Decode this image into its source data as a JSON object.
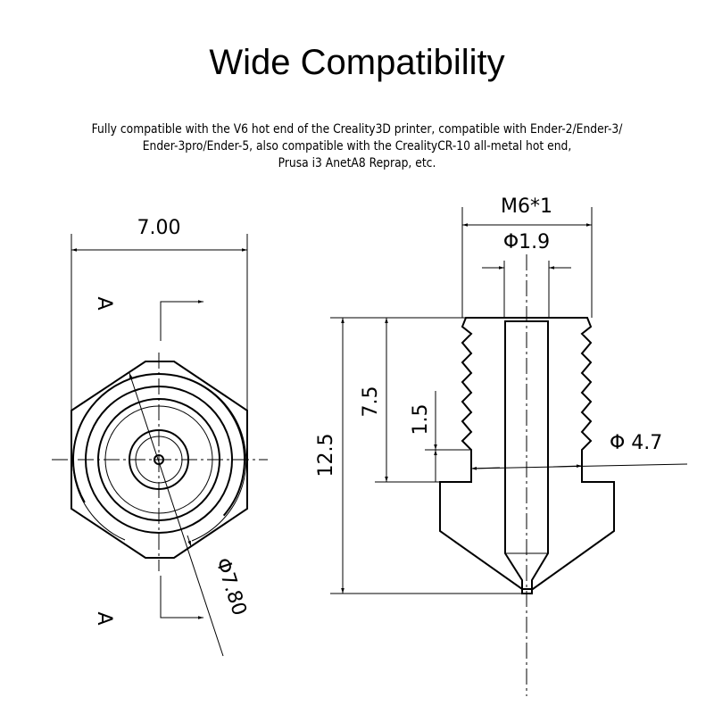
{
  "title": "Wide Compatibility",
  "description": [
    "Fully compatible with the V6 hot end of the Creality3D printer, compatible with Ender-2/Ender-3/",
    "Ender-3pro/Ender-5, also compatible with the CrealityCR-10 all-metal hot end,",
    "Prusa i3 AnetA8 Reprap, etc."
  ],
  "drawing": {
    "front_view": {
      "width": "7.00",
      "section_mark_top": "A",
      "section_mark_bottom": "A",
      "diameter_outer": "Φ7.80"
    },
    "section_view": {
      "thread": "M6*1",
      "bore_diameter": "Φ1.9",
      "total_length": "12.5",
      "thread_length": "7.5",
      "neck_length": "1.5",
      "neck_diameter": "Φ 4.7"
    }
  }
}
